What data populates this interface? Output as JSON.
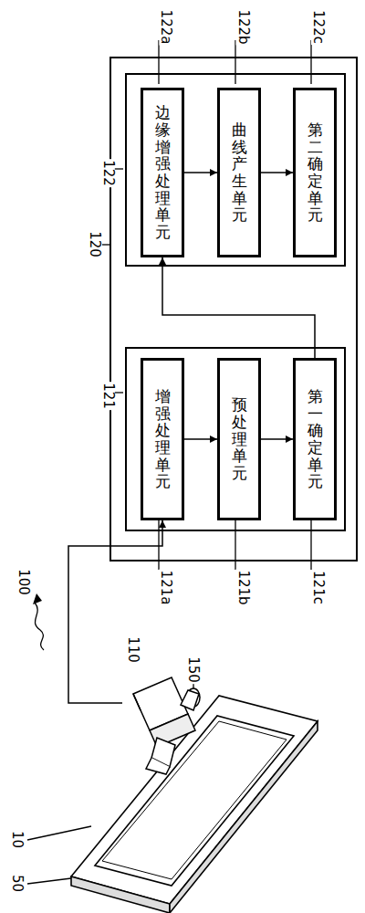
{
  "diagram": {
    "nodes": [
      {
        "text": [
          "120"
        ]
      },
      {
        "text": [
          "122"
        ],
        "in": 0
      },
      {
        "text": [
          "边缘增强处理单元"
        ],
        "in": 1
      },
      {
        "text": [
          "曲线产生单元"
        ],
        "in": 1
      },
      {
        "text": [
          "第二确定单元"
        ],
        "in": 1
      },
      {
        "text": [
          "121"
        ],
        "in": 0
      },
      {
        "text": [
          "增强处理单元"
        ],
        "in": 5
      },
      {
        "text": [
          "预处理单元"
        ],
        "in": 5
      },
      {
        "text": [
          "第一确定单元"
        ],
        "in": 5
      },
      {
        "text": [
          "110"
        ]
      }
    ],
    "edges": [
      {
        "from": 2,
        "to": 3,
        "arrow": "to"
      },
      {
        "from": 3,
        "to": 4,
        "arrow": "to"
      },
      {
        "from": 6,
        "to": 7,
        "arrow": "to"
      },
      {
        "from": 7,
        "to": 8,
        "arrow": "to"
      },
      {
        "from": 8,
        "to": 2,
        "arrow": "to"
      },
      {
        "from": 9,
        "to": 6,
        "arrow": "to"
      }
    ],
    "labels": [
      "122a",
      "122b",
      "122c",
      "121a",
      "121b",
      "121c",
      "100",
      "150",
      "10",
      "50"
    ]
  }
}
